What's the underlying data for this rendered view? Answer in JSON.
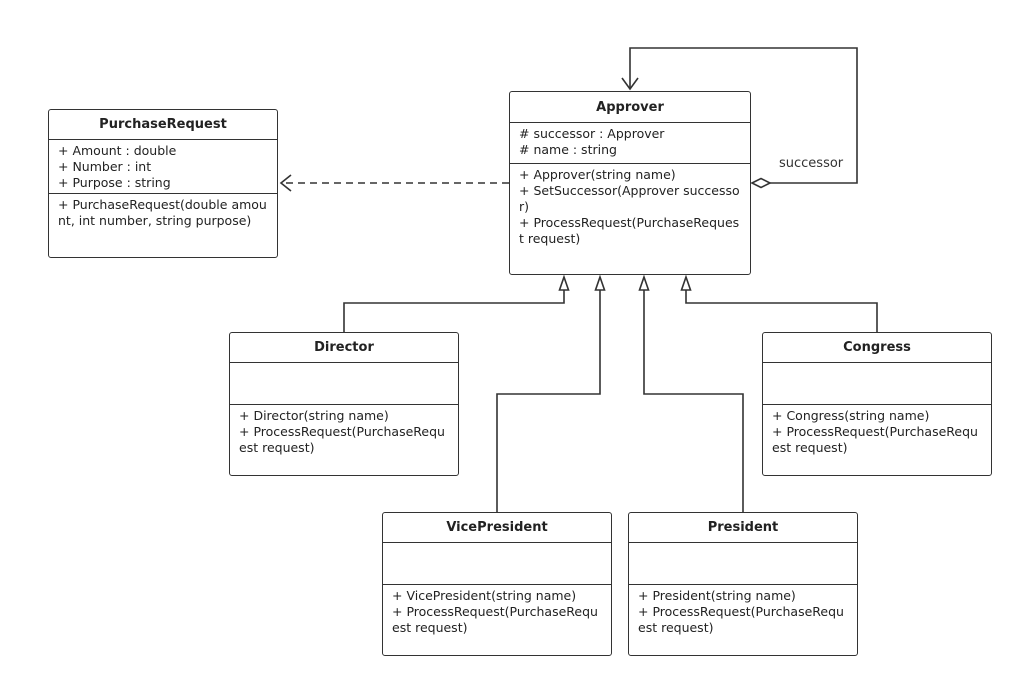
{
  "classes": {
    "purchase_request": {
      "name": "PurchaseRequest",
      "attributes": [
        "+ Amount : double",
        "+ Number : int",
        "+ Purpose : string"
      ],
      "methods": [
        "+ PurchaseRequest(double amount, int number, string purpose)"
      ]
    },
    "approver": {
      "name": "Approver",
      "attributes": [
        "# successor : Approver",
        "# name : string"
      ],
      "methods": [
        "+ Approver(string name)",
        "+ SetSuccessor(Approver successor)",
        "+ ProcessRequest(PurchaseRequest request)"
      ]
    },
    "director": {
      "name": "Director",
      "attributes": [],
      "methods": [
        "+ Director(string name)",
        "+ ProcessRequest(PurchaseRequest request)"
      ]
    },
    "congress": {
      "name": "Congress",
      "attributes": [],
      "methods": [
        "+ Congress(string name)",
        "+ ProcessRequest(PurchaseRequest request)"
      ]
    },
    "vice_president": {
      "name": "VicePresident",
      "attributes": [],
      "methods": [
        "+ VicePresident(string name)",
        "+ ProcessRequest(PurchaseRequest request)"
      ]
    },
    "president": {
      "name": "President",
      "attributes": [],
      "methods": [
        "+ President(string name)",
        "+ ProcessRequest(PurchaseRequest request)"
      ]
    }
  },
  "labels": {
    "successor": "successor"
  }
}
